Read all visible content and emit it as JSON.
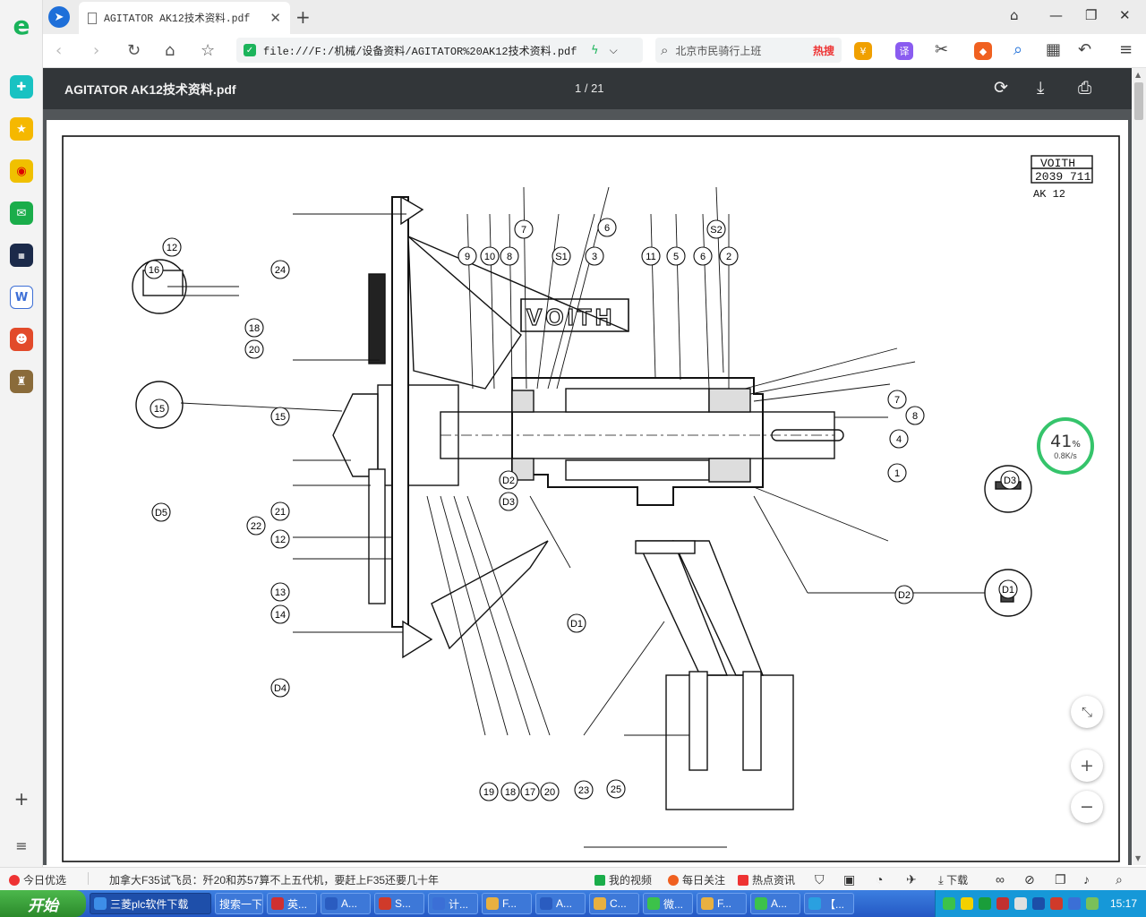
{
  "browser": {
    "tab_title": "AGITATOR AK12技术资料.pdf",
    "address": "file:///F:/机械/设备资料/AGITATOR%20AK12技术资料.pdf",
    "search_placeholder": "北京市民骑行上班",
    "hot_search": "热搜"
  },
  "pdf": {
    "title": "AGITATOR AK12技术资料.pdf",
    "page_indicator": "1 / 21"
  },
  "drawing": {
    "title_block": [
      "VOITH",
      "2039 711",
      "AK 12"
    ],
    "brand_plate": "VOITH",
    "callouts": [
      "1",
      "2",
      "3",
      "4",
      "5",
      "6",
      "7",
      "8",
      "9",
      "10",
      "11",
      "12",
      "13",
      "14",
      "15",
      "16",
      "17",
      "18",
      "19",
      "20",
      "21",
      "22",
      "23",
      "24",
      "25",
      "S1",
      "S2",
      "D1",
      "D2",
      "D3",
      "D4",
      "D5"
    ]
  },
  "speed_widget": {
    "percent": "41",
    "unit": "%",
    "rate": "0.8K/s"
  },
  "news": {
    "today": "今日优选",
    "headline": "加拿大F35试飞员：歼20和苏57算不上五代机，要赶上F35还要几十年",
    "video": "我的视频",
    "daily": "每日关注",
    "hotinfo": "热点资讯",
    "download": "下载"
  },
  "taskbar": {
    "start": "开始",
    "tasks": [
      "三菱plc软件下载",
      "搜索一下",
      "英...",
      "A...",
      "S...",
      "计...",
      "F...",
      "A...",
      "C...",
      "微...",
      "F...",
      "A...",
      "【..."
    ],
    "clock": "15:17"
  }
}
